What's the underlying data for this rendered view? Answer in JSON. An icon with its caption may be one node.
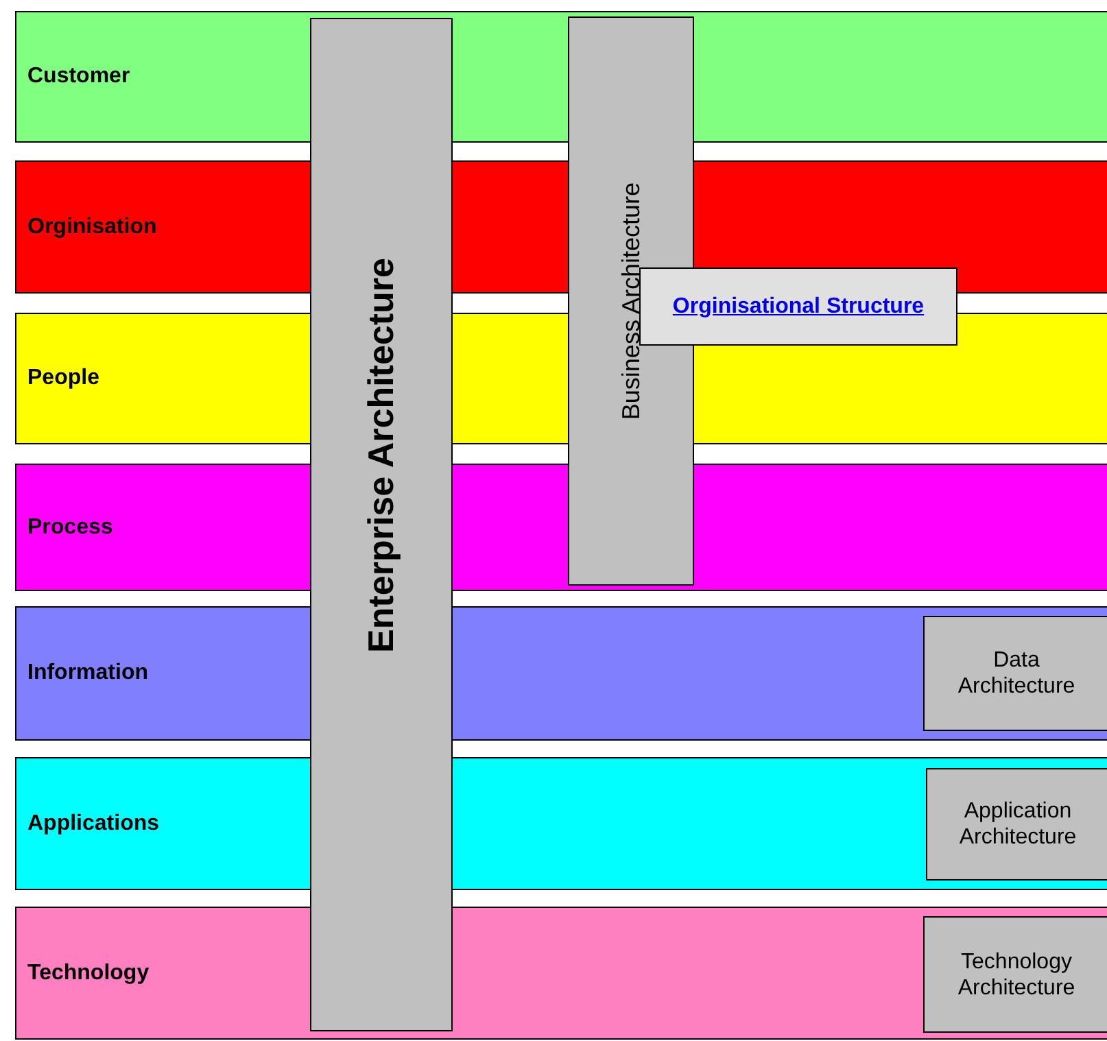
{
  "diagram": {
    "nodes": [
      {
        "text": [
          "Customer"
        ]
      },
      {
        "text": [
          "Orginisation"
        ]
      },
      {
        "text": [
          "People"
        ]
      },
      {
        "text": [
          "Process"
        ]
      },
      {
        "text": [
          "Information"
        ]
      },
      {
        "text": [
          "Applications"
        ]
      },
      {
        "text": [
          "Technology"
        ]
      },
      {
        "text": [
          "Enterprise Architecture"
        ]
      },
      {
        "text": [
          "Business Architecture"
        ]
      },
      {
        "text": [
          "Orginisational Structure"
        ]
      },
      {
        "text": [
          "Data Architecture"
        ],
        "in": 4
      },
      {
        "text": [
          "Application Architecture"
        ],
        "in": 5
      },
      {
        "text": [
          "Technology Architecture"
        ],
        "in": 6
      }
    ]
  }
}
